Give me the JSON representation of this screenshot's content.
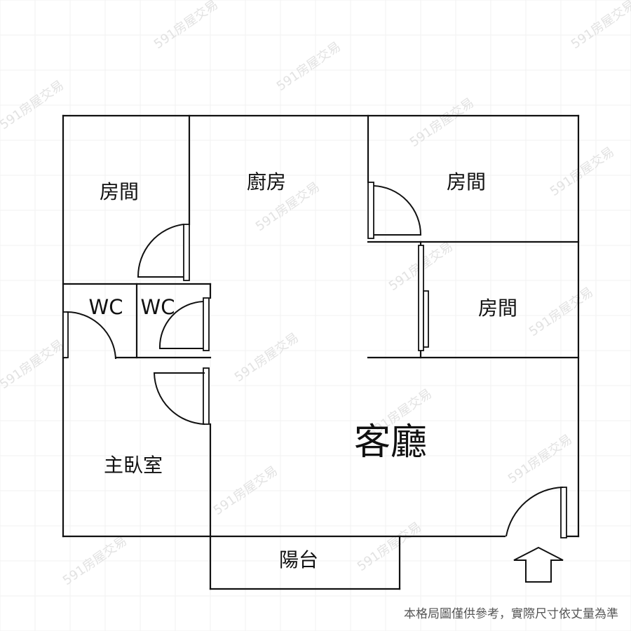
{
  "colors": {
    "wall": "#111111",
    "grid": "#f2f2f2",
    "watermark": "#e2e2e2",
    "background": "#ffffff"
  },
  "rooms": {
    "bedroom_top_left": "房間",
    "kitchen": "廚房",
    "bedroom_top_right": "房間",
    "bedroom_middle_right": "房間",
    "wc_left": "WC",
    "wc_right": "WC",
    "master_bedroom": "主臥室",
    "living_room": "客廳",
    "balcony": "陽台"
  },
  "icons": {
    "entrance": "up-arrow-icon"
  },
  "watermark_text": "591房屋交易",
  "footnote": "本格局圖僅供參考，實際尺寸依丈量為準"
}
